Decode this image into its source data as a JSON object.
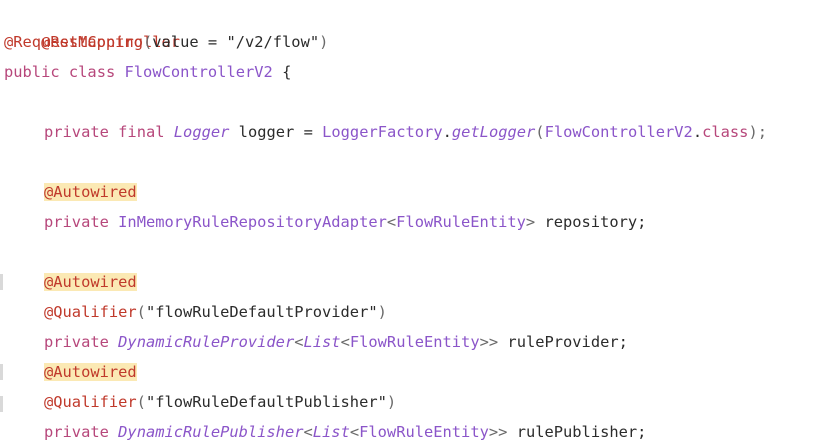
{
  "colors": {
    "background": "#ffffff",
    "keyword": "#b7477b",
    "annotation": "#c0392b",
    "annotation_highlight": "#fbe9b4",
    "type": "#8b55c9",
    "plain": "#2b2b2b"
  },
  "code": {
    "line1": {
      "annotation": "@RestController"
    },
    "line2": {
      "annotation": "@RequestMapping",
      "open": "(",
      "param": "value",
      "eq": " = ",
      "value": "\"/v2/flow\"",
      "close": ")"
    },
    "line3": {
      "kw_public": "public",
      "kw_class": "class",
      "class_name": "FlowControllerV2",
      "brace": "{"
    },
    "line5": {
      "kw_private": "private",
      "kw_final": "final",
      "type": "Logger",
      "name": "logger",
      "eq": "=",
      "factory": "LoggerFactory",
      "dot": ".",
      "method": "getLogger",
      "open": "(",
      "arg": "FlowControllerV2",
      "arg_dot": ".",
      "arg_class": "class",
      "close": ");"
    },
    "line7": {
      "annotation": "@Autowired"
    },
    "line8": {
      "kw_private": "private",
      "type": "InMemoryRuleRepositoryAdapter",
      "lt": "<",
      "generic": "FlowRuleEntity",
      "gt": ">",
      "name": "repository",
      "semi": ";"
    },
    "line10": {
      "annotation": "@Autowired"
    },
    "line11": {
      "annotation": "@Qualifier",
      "open": "(",
      "value": "\"flowRuleDefaultProvider\"",
      "close": ")"
    },
    "line12": {
      "kw_private": "private",
      "type": "DynamicRuleProvider",
      "lt1": "<",
      "list": "List",
      "lt2": "<",
      "generic": "FlowRuleEntity",
      "gt": ">>",
      "name": "ruleProvider",
      "semi": ";"
    },
    "line13": {
      "annotation": "@Autowired"
    },
    "line14": {
      "annotation": "@Qualifier",
      "open": "(",
      "value": "\"flowRuleDefaultPublisher\"",
      "close": ")"
    },
    "line15": {
      "kw_private": "private",
      "type": "DynamicRulePublisher",
      "lt1": "<",
      "list": "List",
      "lt2": "<",
      "generic": "FlowRuleEntity",
      "gt": ">>",
      "name": "rulePublisher",
      "semi": ";"
    }
  }
}
